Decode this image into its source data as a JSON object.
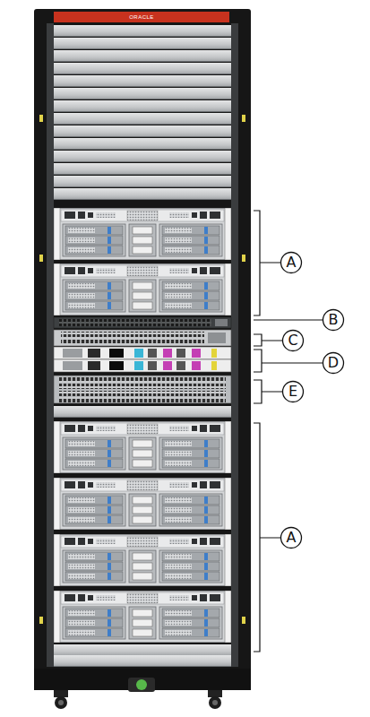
{
  "diagram": {
    "labels": [
      "ORACLE",
      "A",
      "B",
      "C",
      "D",
      "E",
      "A"
    ]
  }
}
